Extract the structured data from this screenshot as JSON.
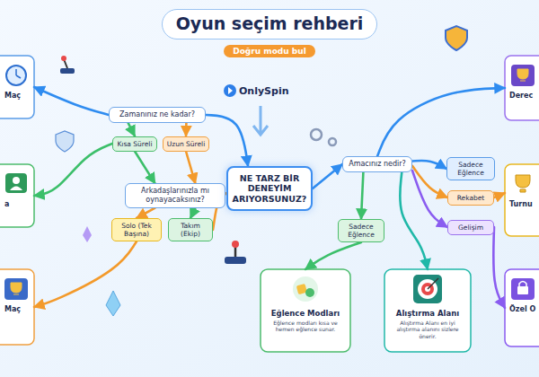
{
  "diagram": {
    "title": "Oyun seçim rehberi",
    "nodes": [
      {
        "text": [
          "Zamanınız ne kadar?"
        ]
      },
      {
        "text": [
          "Kısa Süreli"
        ]
      },
      {
        "text": [
          "Uzun Süreli"
        ]
      },
      {
        "text": [
          "Arkadaşlarınızla mı oynayacaksınız?"
        ]
      },
      {
        "text": [
          "Solo (Tek Başına)"
        ]
      },
      {
        "text": [
          "Takım (Ekip)"
        ]
      },
      {
        "text": [
          "NE TARZ BİR DENEYİM ARIYORSUNUZ?"
        ]
      },
      {
        "text": [
          "Amacınız nedir?"
        ]
      },
      {
        "text": [
          "Sadece Eğlence"
        ]
      },
      {
        "text": [
          "Rekabet"
        ]
      },
      {
        "text": [
          "Gelişim"
        ]
      },
      {
        "text": [
          "Sadece Eğlence"
        ]
      },
      {
        "text": [
          "Eğlence Modları",
          "Eğlence modları kısa ve hemen eğlence sunar."
        ]
      },
      {
        "text": [
          "Alıştırma Alanı",
          "Alıştırma Alanı en iyi alıştırma alanını sizlere önerir."
        ]
      },
      {
        "text": [
          "Maç"
        ]
      },
      {
        "text": [
          "a"
        ]
      },
      {
        "text": [
          "Maç"
        ]
      },
      {
        "text": [
          "Derec"
        ]
      },
      {
        "text": [
          "Turnu"
        ]
      },
      {
        "text": [
          "Özel O"
        ]
      }
    ],
    "edges": [
      {
        "from": 0,
        "to": 1,
        "arrow": "to"
      },
      {
        "from": 0,
        "to": 2,
        "arrow": "to"
      },
      {
        "from": 1,
        "to": 3,
        "arrow": "to"
      },
      {
        "from": 2,
        "to": 3,
        "arrow": "to"
      },
      {
        "from": 0,
        "to": 14,
        "arrow": "to"
      },
      {
        "from": 1,
        "to": 15,
        "arrow": "to"
      },
      {
        "from": 3,
        "to": 4,
        "arrow": "to"
      },
      {
        "from": 3,
        "to": 5,
        "arrow": "to"
      },
      {
        "from": 4,
        "to": 16,
        "arrow": "to"
      },
      {
        "from": 5,
        "to": 6,
        "arrow": "to"
      },
      {
        "from": 0,
        "to": 6,
        "arrow": "to"
      },
      {
        "from": 6,
        "to": 7,
        "arrow": "to"
      },
      {
        "from": 7,
        "to": 8,
        "arrow": "to"
      },
      {
        "from": 7,
        "to": 9,
        "arrow": "to"
      },
      {
        "from": 7,
        "to": 10,
        "arrow": "to"
      },
      {
        "from": 7,
        "to": 11,
        "arrow": "to"
      },
      {
        "from": 11,
        "to": 12,
        "arrow": "to"
      },
      {
        "from": 7,
        "to": 13,
        "arrow": "to"
      },
      {
        "from": 9,
        "to": 18,
        "arrow": "to"
      },
      {
        "from": 10,
        "to": 19,
        "arrow": "to"
      },
      {
        "from": 7,
        "to": 17,
        "arrow": "to"
      }
    ],
    "labels": [
      "Doğru modu bul",
      "OnlySpin"
    ]
  }
}
